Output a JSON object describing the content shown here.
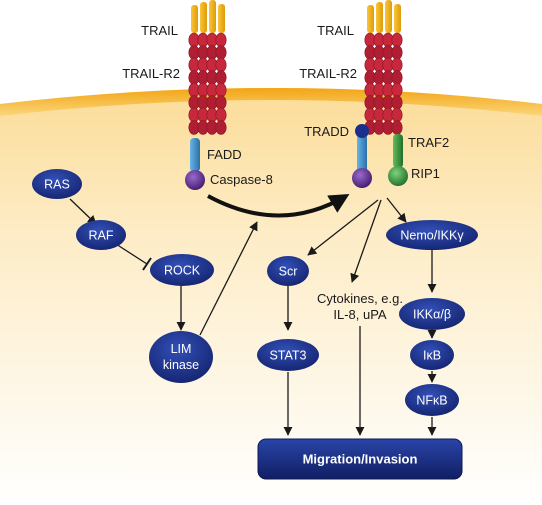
{
  "receptor_labels": {
    "trail_left": "TRAIL",
    "trail_r2_left": "TRAIL-R2",
    "trail_right": "TRAIL",
    "trail_r2_right": "TRAIL-R2"
  },
  "adaptor_labels": {
    "fadd": "FADD",
    "caspase8": "Caspase-8",
    "tradd": "TRADD",
    "traf2": "TRAF2",
    "rip1": "RIP1"
  },
  "nodes": {
    "ras": "RAS",
    "raf": "RAF",
    "rock": "ROCK",
    "lim_line1": "LIM",
    "lim_line2": "kinase",
    "scr": "Scr",
    "stat3": "STAT3",
    "nemo": "Nemo/IKKγ",
    "ikk": "IKKα/β",
    "ikb": "IκB",
    "nfkb": "NFκB"
  },
  "cytokines": {
    "line1": "Cytokines, e.g.",
    "line2": "IL-8, uPA"
  },
  "outcome": "Migration/Invasion",
  "colors": {
    "membrane": "#f6bd3c",
    "cytoplasm_top": "#fde7b5",
    "cytoplasm_bottom": "#ffffff",
    "node_fill": "#1b2f8c",
    "node_dark": "#0d1a55",
    "trail_yellow": "#f7b51c",
    "receptor_red": "#c7283c",
    "fadd_blue": "#3a8fc4",
    "caspase_purple": "#5a2a8a",
    "traf_green": "#2f8a3c",
    "arrow": "#1a1a1a"
  }
}
